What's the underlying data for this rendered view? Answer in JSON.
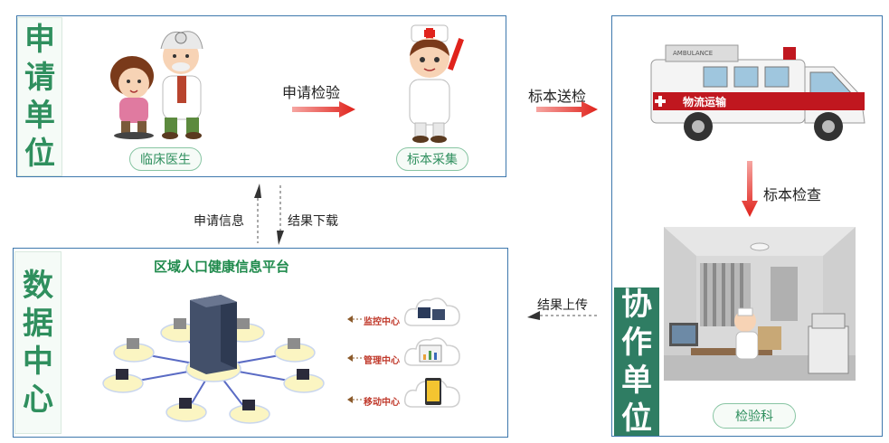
{
  "colors": {
    "panel_border": "#3e78ad",
    "label_green": "#2f8f5e",
    "label_dark_bg": "#2f7d63",
    "arrow_red": "#e0231c",
    "platform_title": "#1f8a4c"
  },
  "applicant_unit": {
    "label": "申请单位",
    "doctor_caption": "临床医生",
    "arrow_label": "申请检验",
    "sampler_caption": "标本采集"
  },
  "transport": {
    "arrow_label": "标本送检",
    "ambulance_text": "物流运输",
    "ambulance_top": "AMBULANCE"
  },
  "lab_check": {
    "arrow_label": "标本检查"
  },
  "cooperating_unit": {
    "label": "协作单位",
    "lab_caption": "检验科"
  },
  "links": {
    "request_info": "申请信息",
    "result_download": "结果下载",
    "result_upload": "结果上传"
  },
  "data_center": {
    "label": "数据中心",
    "platform_title": "区域人口健康信息平台",
    "centers": [
      "监控中心",
      "管理中心",
      "移动中心"
    ]
  }
}
